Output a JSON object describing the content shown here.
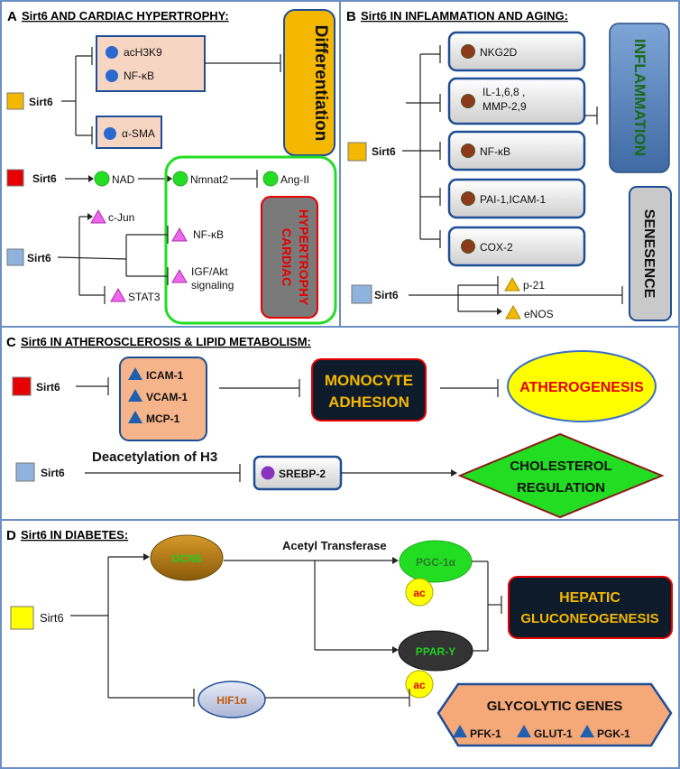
{
  "panel_a": {
    "letter": "A",
    "title": "Sirt6 AND CARDIAC HYPERTROPHY:",
    "sirt6_1": "Sirt6",
    "sirt6_2": "Sirt6",
    "sirt6_3": "Sirt6",
    "ach3k9": "acH3K9",
    "nfkb1": "NF-κB",
    "asma": "α-SMA",
    "differentiation": "Differentiation",
    "nad": "NAD",
    "nmnat2": "Nmnat2",
    "angii": "Ang-II",
    "cjun": "c-Jun",
    "nfkb2": "NF-κB",
    "igf1": "IGF/Akt",
    "igf2": "signaling",
    "stat3": "STAT3",
    "cardiac": "CARDIAC",
    "hypertrophy": "HYPERTROPHY"
  },
  "panel_b": {
    "letter": "B",
    "title": "Sirt6 IN INFLAMMATION AND AGING:",
    "sirt6_1": "Sirt6",
    "sirt6_2": "Sirt6",
    "nkg2d": "NKG2D",
    "il1": "IL-1,6,8 ,",
    "il2": "MMP-2,9",
    "nfkb": "NF-κB",
    "pai": "PAI-1,ICAM-1",
    "cox2": "COX-2",
    "inflammation": "INFLAMMATION",
    "senesence": "SENESENCE",
    "p21": "p-21",
    "enos": "eNOS"
  },
  "panel_c": {
    "letter": "C",
    "title": "Sirt6 IN ATHEROSCLEROSIS & LIPID METABOLISM:",
    "sirt6_1": "Sirt6",
    "sirt6_2": "Sirt6",
    "icam": "ICAM-1",
    "vcam": "VCAM-1",
    "mcp": "MCP-1",
    "monocyte": "MONOCYTE",
    "adhesion": "ADHESION",
    "atherogenesis": "ATHEROGENESIS",
    "deacetylation": "Deacetylation of H3",
    "srebp": "SREBP-2",
    "cholesterol": "CHOLESTEROL",
    "regulation": "REGULATION"
  },
  "panel_d": {
    "letter": "D",
    "title": "Sirt6 IN DIABETES:",
    "sirt6": "Sirt6",
    "gcn5": "GCN5",
    "acetyl": "Acetyl Transferase",
    "pgc": "PGC-1α",
    "ac1": "ac",
    "pparg": "PPAR-Y",
    "ac2": "ac",
    "hepatic": "HEPATIC",
    "gluconeo": "GLUCONEOGENESIS",
    "hif": "HIF1α",
    "glycolytic": "GLYCOLYTIC GENES",
    "pfk": "PFK-1",
    "glut": "GLUT-1",
    "pgk": "PGK-1"
  },
  "colors": {
    "border": "#6a8fc2",
    "box_blue_border": "#1f4e96",
    "peach": "#f6d5c2",
    "orange": "#f5b800",
    "green": "#22dd22",
    "red": "#e60000",
    "gray": "#d8d8d8",
    "steel": "#5b86bd",
    "pink": "#ee66ee",
    "brown": "#8b3a1a",
    "purple": "#8833bb",
    "yellow": "#ffff00",
    "navy": "#0d1b2a"
  }
}
